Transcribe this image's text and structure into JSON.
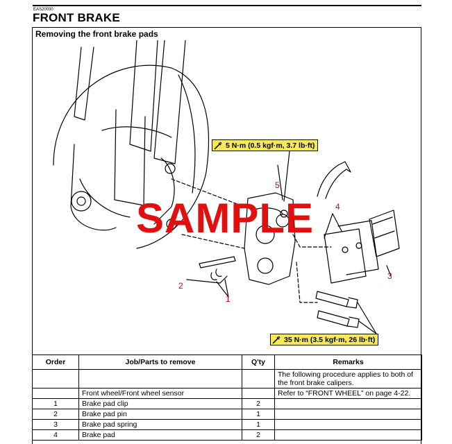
{
  "header": {
    "code": "EAS20030",
    "title": "FRONT BRAKE"
  },
  "section_title": "Removing the front brake pads",
  "watermark": "SAMPLE",
  "torque_labels": {
    "upper": "5 N·m (0.5 kgf·m, 3.7 lb·ft)",
    "lower": "35 N·m (3.5 kgf·m, 26 lb·ft)"
  },
  "callouts": {
    "c1": "1",
    "c2": "2",
    "c3": "3",
    "c4": "4",
    "c5": "5"
  },
  "table": {
    "headers": {
      "order": "Order",
      "job": "Job/Parts to remove",
      "qty": "Q'ty",
      "remarks": "Remarks"
    },
    "rows": [
      {
        "order": "",
        "job": "",
        "qty": "",
        "remarks": "The following procedure applies to both of the front brake calipers."
      },
      {
        "order": "",
        "job": "Front wheel/Front wheel sensor",
        "qty": "",
        "remarks": "Refer to “FRONT WHEEL” on page 4-22."
      },
      {
        "order": "1",
        "job": "Brake pad clip",
        "qty": "2",
        "remarks": ""
      },
      {
        "order": "2",
        "job": "Brake pad pin",
        "qty": "1",
        "remarks": ""
      },
      {
        "order": "3",
        "job": "Brake pad spring",
        "qty": "1",
        "remarks": ""
      },
      {
        "order": "4",
        "job": "Brake pad",
        "qty": "2",
        "remarks": ""
      }
    ]
  },
  "colors": {
    "torque_bg": "#f5e85a",
    "callout": "#b01010",
    "watermark": "#e01010"
  }
}
